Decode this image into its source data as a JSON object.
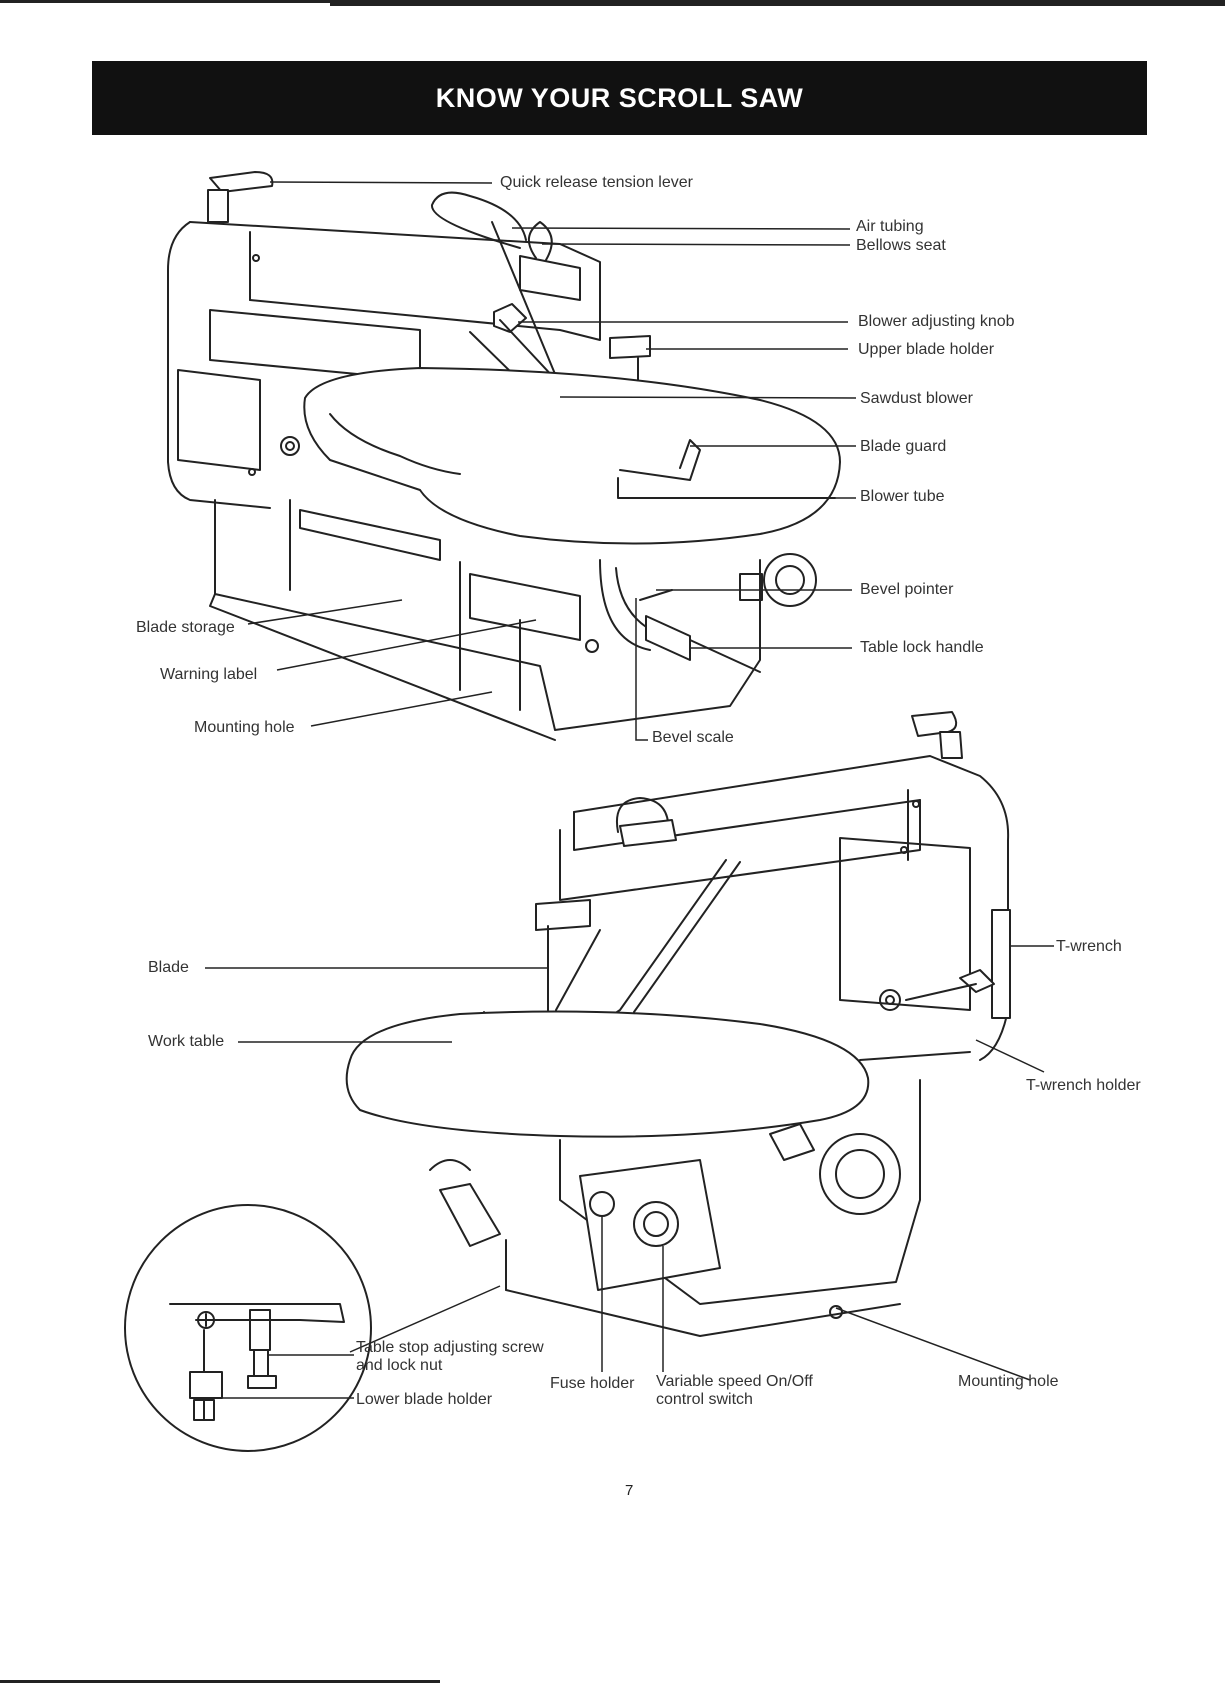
{
  "title": "KNOW YOUR SCROLL SAW",
  "labels": {
    "quick_release": "Quick release tension lever",
    "air_tubing": "Air tubing",
    "bellows_seat": "Bellows seat",
    "blower_knob": "Blower adjusting knob",
    "upper_blade_holder": "Upper blade holder",
    "sawdust_blower": "Sawdust blower",
    "blade_guard": "Blade guard",
    "blower_tube": "Blower tube",
    "bevel_pointer": "Bevel pointer",
    "table_lock_handle": "Table lock handle",
    "blade_storage": "Blade storage",
    "warning_label": "Warning label",
    "mounting_hole_top": "Mounting hole",
    "bevel_scale": "Bevel scale",
    "blade": "Blade",
    "work_table": "Work table",
    "t_wrench": "T-wrench",
    "t_wrench_holder": "T-wrench holder",
    "table_stop_line1": "Table stop adjusting screw",
    "table_stop_line2": "and lock nut",
    "lower_blade_holder": "Lower blade holder",
    "fuse_holder": "Fuse holder",
    "switch_line1": "Variable speed On/Off",
    "switch_line2": "control switch",
    "mounting_hole_bottom": "Mounting hole"
  },
  "page_number": "7"
}
